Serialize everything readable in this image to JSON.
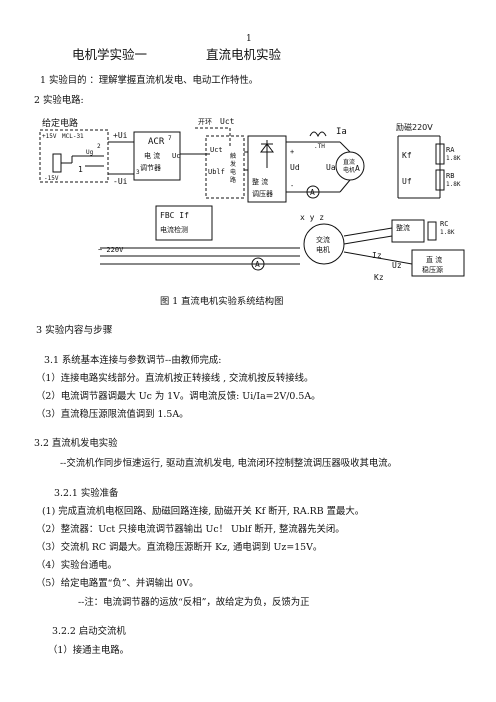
{
  "page_number": "1",
  "title": {
    "left": "电机学实验一",
    "right": "直流电机实验"
  },
  "intro": {
    "objective": "1 实验目的 ：理解掌握直流机发电、电动工作特性。",
    "circuit_heading": "2 实验电路:"
  },
  "diagram": {
    "given_circuit": "给定电路",
    "plus15": "+15V",
    "module": "MCL-31",
    "minus15": "-15V",
    "ug": "Ug",
    "pin1": "1",
    "pin2": "2",
    "pin3": "3",
    "pin7": "7",
    "plus_ui": "+Ui",
    "minus_ui": "-Ui",
    "acr": "ACR",
    "acr_sub1": "电 流",
    "acr_sub2": "调节器",
    "uc": "Uc",
    "open_loop": "开环",
    "uct_top": "Uct",
    "uct": "Uct",
    "ublf": "Ublf",
    "trig1": "触",
    "trig2": "发",
    "trig3": "电",
    "trig4": "路",
    "rect1": "整  流",
    "rect2": "调压器",
    "plus": "+",
    "minus": "-",
    "ud": "Ud",
    "th": ".TH",
    "ia": "Ia",
    "ua": "Ua",
    "dc_motor1": "直流",
    "dc_motor2": "电机",
    "excitation": "励磁220V",
    "kf": "Kf",
    "uf": "Uf",
    "ra": "RA",
    "ra_val": "1.8K",
    "rb": "RB",
    "rb_val": "1.8K",
    "ammeter": "A",
    "fbc": "FBC  If",
    "current_detect": "电流检测",
    "xyz": "x  y  z",
    "ac_motor1": "交流",
    "ac_motor2": "电机",
    "ac_source": "~ 220V",
    "rectifier": "整流",
    "rc": "RC",
    "rc_val": "1.8K",
    "iz": "Iz",
    "uz": "Uz",
    "kz": "Kz",
    "dc_reg1": "直  流",
    "dc_reg2": "稳压源"
  },
  "figure_caption": "图  1      直流电机实验系统结构图",
  "section3": {
    "heading": "3  实验内容与步骤",
    "s31_heading": "3.1 系统基本连接与参数调节--由教师完成:",
    "s31_items": [
      "（1）连接电路实线部分。直流机按正转接线 , 交流机按反转接线。",
      "（2）电流调节器调最大 Uc 为 1V。调电流反馈: Ui/Ia=2V/0.5A。",
      "（3）直流稳压源限流值调到 1.5A。"
    ],
    "s32_heading": "3.2 直流机发电实验",
    "s32_desc": "--交流机作同步恒速运行, 驱动直流机发电, 电流闭环控制整流调压器吸收其电流。",
    "s321_heading": "3.2.1 实验准备",
    "s321_items": [
      "(1)  完成直流机电枢回路、励磁回路连接, 励磁开关 Kf 断开, RA.RB 置最大。",
      "（2）整流器：Uct 只接电流调节器输出 Uc！ Ublf 断开, 整流器先关闭。",
      "（3）交流机 RC 调最大。直流稳压源断开 Kz, 通电调到 Uz=15V。",
      "（4）实验台通电。",
      "（5）给定电路置“负”、并调输出 0V。"
    ],
    "s321_note": "--注：电流调节器的运放“反相”，故给定为负，反馈为正",
    "s322_heading": "3.2.2  启动交流机",
    "s322_items": [
      "（1）接通主电路。"
    ]
  }
}
